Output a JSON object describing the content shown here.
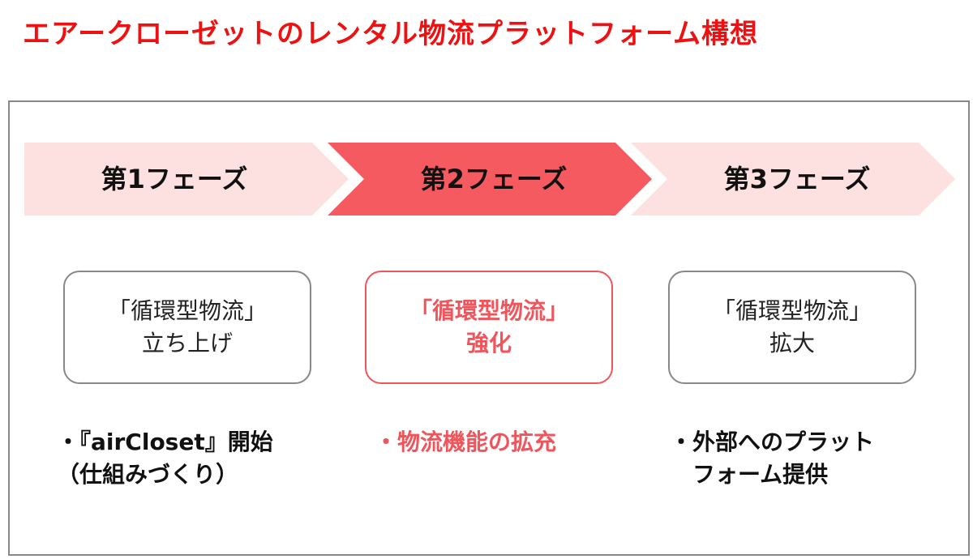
{
  "title": "エアークローゼットのレンタル物流プラットフォーム構想",
  "colors": {
    "title": "#ee1111",
    "chevron_light": "#fde0e0",
    "chevron_accent": "#f65a61",
    "accent_text": "#f0555c",
    "neutral_border": "#888888"
  },
  "phases": [
    {
      "label": "第1フェーズ",
      "box_line1": "「循環型物流」",
      "box_line2": "立ち上げ",
      "bullet_line1": "・『airCloset』開始",
      "bullet_line2": "（仕組みづくり）"
    },
    {
      "label": "第2フェーズ",
      "box_line1": "「循環型物流」",
      "box_line2": "強化",
      "bullet_line1": "・物流機能の拡充",
      "bullet_line2": ""
    },
    {
      "label": "第3フェーズ",
      "box_line1": "「循環型物流」",
      "box_line2": "拡大",
      "bullet_line1": "・外部へのプラット",
      "bullet_line2": "　フォーム提供"
    }
  ]
}
